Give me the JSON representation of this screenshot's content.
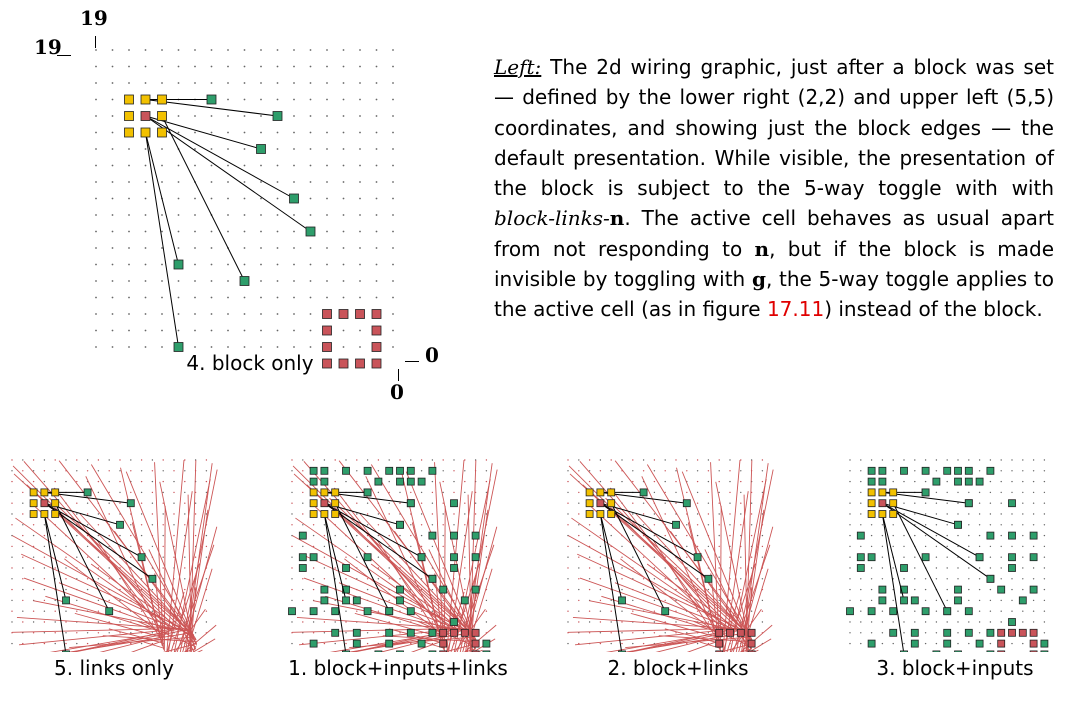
{
  "figure": {
    "main_caption": "4. block only",
    "axis_labels": {
      "top_x": "19",
      "top_y": "19",
      "bottom_x": "0",
      "bottom_y": "0"
    },
    "grid_size": 19,
    "colors": {
      "block": "#f2c100",
      "block_center": "#c9545a",
      "node": "#2e9e6b",
      "active": "#c9545a",
      "link": "#cc5555",
      "wire": "#000000",
      "dot": "#666666"
    },
    "panels": [
      {
        "key": "links",
        "caption": "5. links only",
        "show_block": true,
        "show_links": true,
        "show_inputs": false,
        "show_active": false
      },
      {
        "key": "bil",
        "caption": "1. block+inputs+links",
        "show_block": true,
        "show_links": true,
        "show_inputs": true,
        "show_active": true
      },
      {
        "key": "bl",
        "caption": "2. block+links",
        "show_block": true,
        "show_links": true,
        "show_inputs": false,
        "show_active": true
      },
      {
        "key": "bi",
        "caption": "3. block+inputs",
        "show_block": true,
        "show_links": false,
        "show_inputs": true,
        "show_active": true
      }
    ]
  },
  "paragraph": {
    "left_label": "Left:",
    "text_1": " The 2d wiring graphic, just after a block was set — defined by the lower right (2,2) and upper left (5,5) coordinates, and showing just the block edges — the default presentation. While visible, the presentation of the block is subject to the 5-way toggle with with ",
    "cmd_italic": "block-links-",
    "cmd_key": "n",
    "text_2": ". The active cell behaves as usual apart from not responding to ",
    "key_n": "n",
    "text_3": ", but if the block is made invisible by toggling with ",
    "key_g": "g",
    "text_4": ", the 5-way toggle applies to the active cell (as in figure ",
    "fig_ref": "17.11",
    "text_5": ") instead of the block."
  }
}
